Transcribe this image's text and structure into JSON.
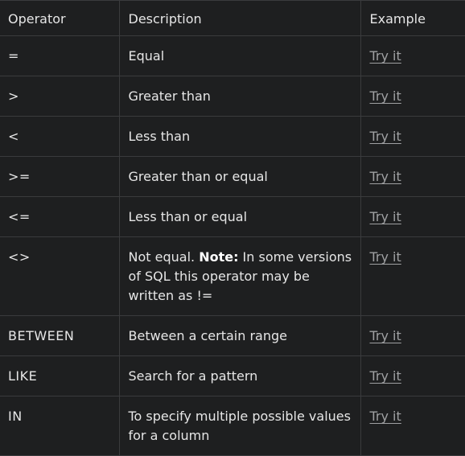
{
  "headers": {
    "operator": "Operator",
    "description": "Description",
    "example": "Example"
  },
  "rows": [
    {
      "operator": "=",
      "description": "Equal",
      "example": "Try it"
    },
    {
      "operator": ">",
      "description": "Greater than",
      "example": "Try it"
    },
    {
      "operator": "<",
      "description": "Less than",
      "example": "Try it"
    },
    {
      "operator": ">=",
      "description": "Greater than or equal",
      "example": "Try it"
    },
    {
      "operator": "<=",
      "description": "Less than or equal",
      "example": "Try it"
    },
    {
      "operator": "<>",
      "description_prefix": "Not equal. ",
      "description_bold": "Note:",
      "description_suffix": " In some versions of SQL this operator may be written as !=",
      "example": "Try it"
    },
    {
      "operator": "BETWEEN",
      "description": "Between a certain range",
      "example": "Try it"
    },
    {
      "operator": "LIKE",
      "description": "Search for a pattern",
      "example": "Try it"
    },
    {
      "operator": "IN",
      "description": "To specify multiple possible values for a column",
      "example": "Try it"
    }
  ],
  "colors": {
    "background": "#1e1f20",
    "text": "#e6e6e6",
    "link": "#9fa0a2",
    "border": "#3a3b3d"
  }
}
